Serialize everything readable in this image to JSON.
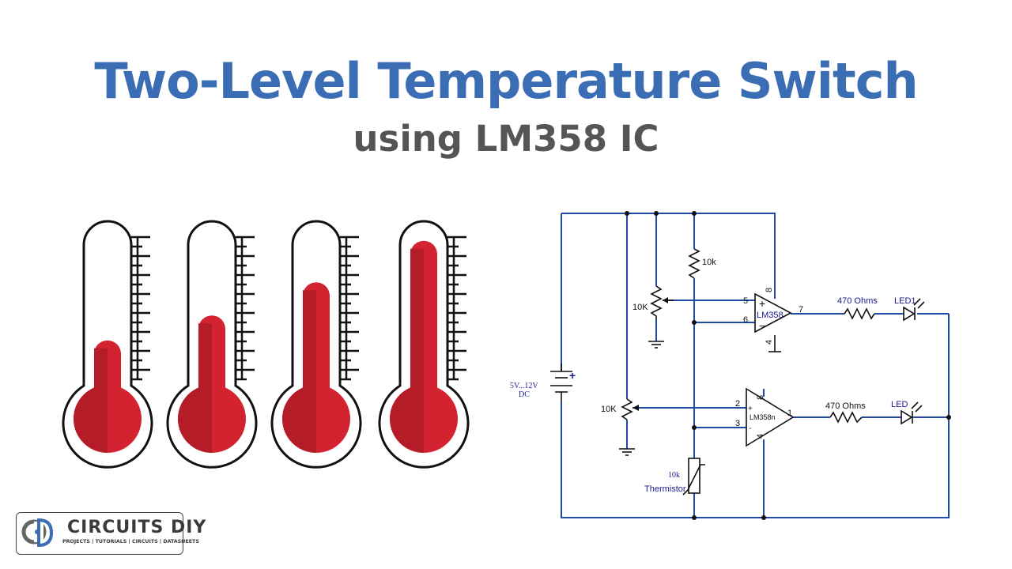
{
  "title": "Two-Level Temperature Switch",
  "subtitle": "using LM358 IC",
  "thermometers": [
    {
      "level": 0.33
    },
    {
      "level": 0.48
    },
    {
      "level": 0.68
    },
    {
      "level": 0.93
    }
  ],
  "colors": {
    "title": "#3b6db5",
    "subtitle": "#555555",
    "mercury": "#d32330",
    "mercury_shade": "#b41c28",
    "wire": "#1f4aa8"
  },
  "schematic": {
    "supply": "5V...12V",
    "supply_type": "DC",
    "supply_plus": "+",
    "top_resistor": "10k",
    "pot1": "10K",
    "pot2": "10K",
    "opamp1": {
      "name": "LM358",
      "pin_plus": "5",
      "pin_minus": "6",
      "pin_out": "7",
      "pin_vcc": "8",
      "pin_gnd": "4",
      "sign_plus": "+",
      "sign_minus": "−"
    },
    "opamp2": {
      "name": "LM358n",
      "pin_a": "2",
      "pin_b": "3",
      "pin_out": "1",
      "pin_vcc": "8",
      "pin_gnd": "4",
      "sign_plus": "+",
      "sign_minus": "-"
    },
    "resistor1": "470 Ohms",
    "resistor2": "470 Ohms",
    "led1": "LED1",
    "led2": "LED",
    "thermistor_value": "10k",
    "thermistor": "Thermistor"
  },
  "logo": {
    "brand": "CIRCUITS DIY",
    "tagline": "PROJECTS | TUTORIALS | CIRCUITS | DATASHEETS"
  }
}
